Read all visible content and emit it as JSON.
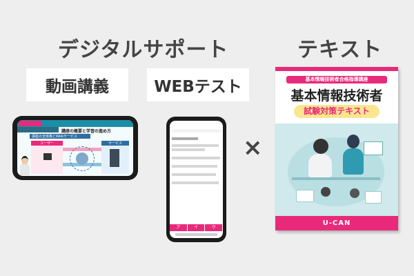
{
  "headings": {
    "digital_support": "デジタルサポート",
    "textbook": "テキスト"
  },
  "chips": {
    "video_lecture": "動画講義",
    "web_test": "WEBテスト"
  },
  "lecture_screen": {
    "title": "講座の概要と学習の進め方",
    "section": "講座の全体像とWebサービス",
    "user_label": "ユーザー",
    "service_label": "サービス"
  },
  "test_screen": {
    "answer_buttons": [
      "ア",
      "イ",
      "ウ"
    ]
  },
  "times_symbol": "×",
  "book": {
    "supertitle": "基本情報技術者合格指導講座",
    "title": "基本情報技術者",
    "subtitle": "試験対策テキスト",
    "publisher": "U-CAN"
  },
  "colors": {
    "accent_pink": "#e9297a",
    "teal": "#1c8fa6",
    "yellow": "#fbe58f"
  }
}
